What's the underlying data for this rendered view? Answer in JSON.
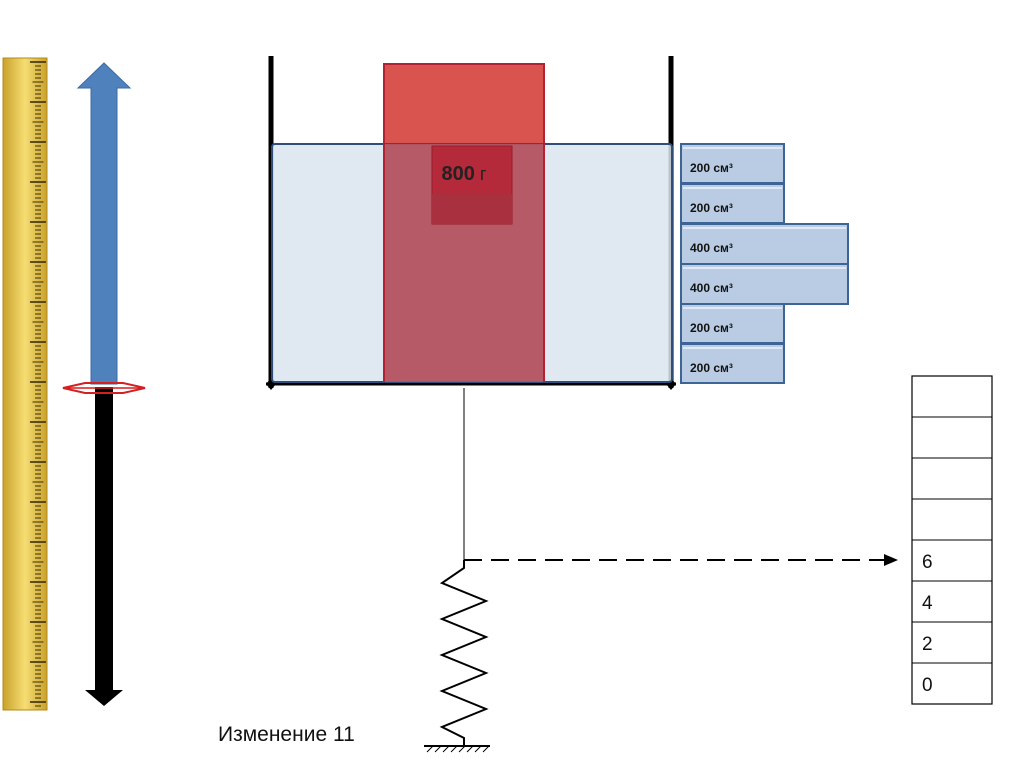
{
  "weight": {
    "mass_value": "800",
    "mass_unit": "г"
  },
  "volume_blocks": [
    {
      "label": "200 см³"
    },
    {
      "label": "200 см³"
    },
    {
      "label": "400 см³"
    },
    {
      "label": "400 см³"
    },
    {
      "label": "200 см³"
    },
    {
      "label": "200 см³"
    }
  ],
  "scale": {
    "cells": [
      "",
      "",
      "",
      "",
      "6",
      "4",
      "2",
      "0"
    ]
  },
  "caption": "Изменение 11",
  "colors": {
    "water": "#dbe4f0",
    "water_border": "#2f4f7a",
    "block_fill": "#b9cce4",
    "block_border": "#3c6494",
    "weight_red": "#d9534f",
    "weight_dark": "#b22232",
    "arrow_blue": "#4f81bd",
    "ruler_yellow": "#f3d35f"
  }
}
